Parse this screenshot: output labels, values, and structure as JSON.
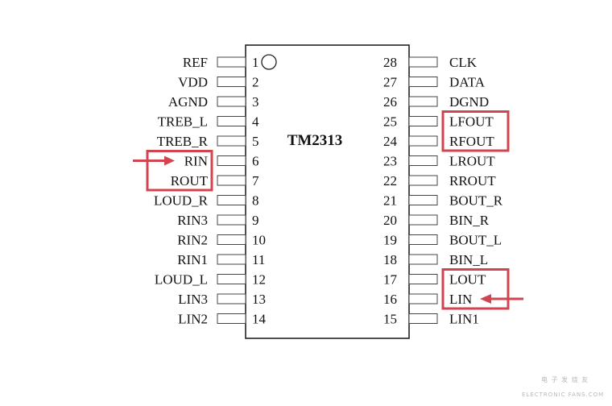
{
  "chip": {
    "name": "TM2313"
  },
  "pins": {
    "left": [
      {
        "num": "1",
        "label": "REF"
      },
      {
        "num": "2",
        "label": "VDD"
      },
      {
        "num": "3",
        "label": "AGND"
      },
      {
        "num": "4",
        "label": "TREB_L"
      },
      {
        "num": "5",
        "label": "TREB_R"
      },
      {
        "num": "6",
        "label": "RIN"
      },
      {
        "num": "7",
        "label": "ROUT"
      },
      {
        "num": "8",
        "label": "LOUD_R"
      },
      {
        "num": "9",
        "label": "RIN3"
      },
      {
        "num": "10",
        "label": "RIN2"
      },
      {
        "num": "11",
        "label": "RIN1"
      },
      {
        "num": "12",
        "label": "LOUD_L"
      },
      {
        "num": "13",
        "label": "LIN3"
      },
      {
        "num": "14",
        "label": "LIN2"
      }
    ],
    "right": [
      {
        "num": "28",
        "label": "CLK"
      },
      {
        "num": "27",
        "label": "DATA"
      },
      {
        "num": "26",
        "label": "DGND"
      },
      {
        "num": "25",
        "label": "LFOUT"
      },
      {
        "num": "24",
        "label": "RFOUT"
      },
      {
        "num": "23",
        "label": "LROUT"
      },
      {
        "num": "22",
        "label": "RROUT"
      },
      {
        "num": "21",
        "label": "BOUT_R"
      },
      {
        "num": "20",
        "label": "BIN_R"
      },
      {
        "num": "19",
        "label": "BOUT_L"
      },
      {
        "num": "18",
        "label": "BIN_L"
      },
      {
        "num": "17",
        "label": "LOUT"
      },
      {
        "num": "16",
        "label": "LIN"
      },
      {
        "num": "15",
        "label": "LIN1"
      }
    ]
  },
  "highlights": {
    "color": "#d0454f",
    "groups": [
      {
        "side": "left",
        "pins": [
          "RIN",
          "ROUT"
        ],
        "arrow_to": "RIN"
      },
      {
        "side": "right",
        "pins": [
          "LFOUT",
          "RFOUT"
        ]
      },
      {
        "side": "right",
        "pins": [
          "LOUT",
          "LIN"
        ],
        "arrow_to": "LIN"
      }
    ]
  },
  "watermark": {
    "line1": "电 子 发 烧 友",
    "line2": "ELECTRONIC FANS.COM"
  }
}
